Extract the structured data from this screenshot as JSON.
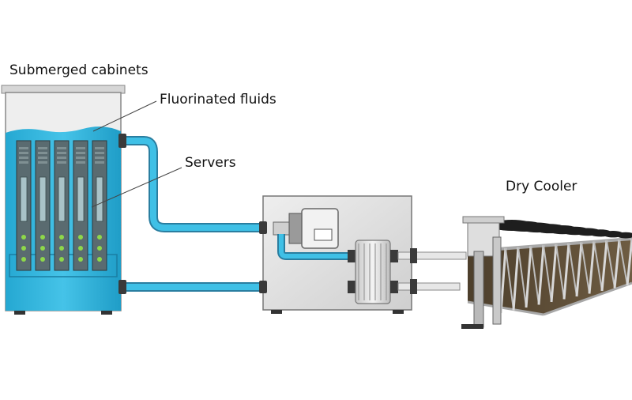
{
  "labels": {
    "cabinet": "Submerged cabinets",
    "fluid": "Fluorinated fluids",
    "servers": "Servers",
    "cooler": "Dry Cooler"
  },
  "colors": {
    "fluid": "#2bb3d9",
    "fluid_dark": "#1e95bd",
    "pipe": "#38b8e0",
    "metal": "#e3e3e3",
    "metal_dark": "#9a9a9a",
    "coil": "#5a4a36"
  }
}
